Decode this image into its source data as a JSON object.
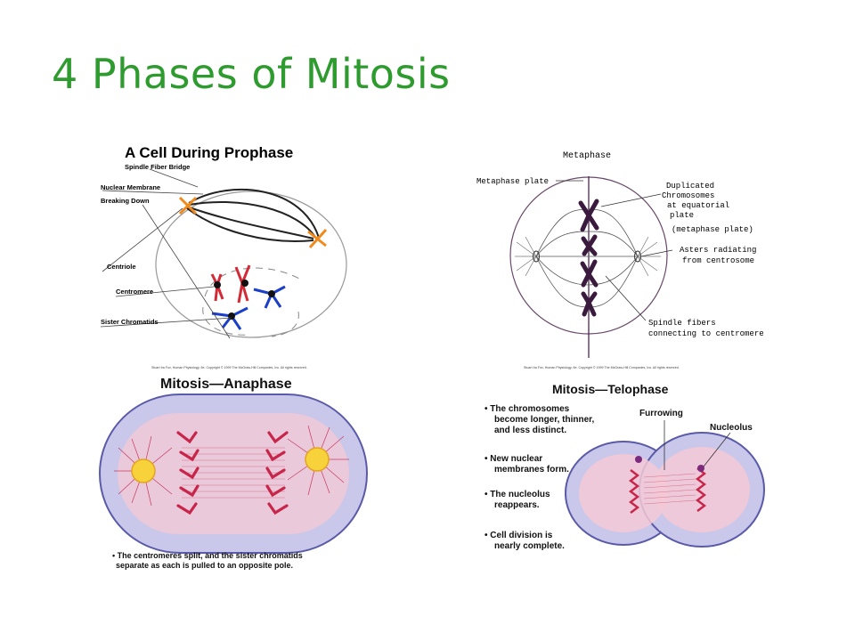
{
  "slide": {
    "title": "4 Phases of Mitosis"
  },
  "prophase": {
    "title": "A Cell During Prophase",
    "labels": {
      "spindle_fiber_bridge": "Spindle Fiber Bridge",
      "nuclear_membrane": "Nuclear Membrane",
      "breaking_down": "Breaking Down",
      "centriole": "Centriole",
      "centromere": "Centromere",
      "sister_chromatids": "Sister Chromatids"
    }
  },
  "metaphase": {
    "title": "Metaphase",
    "labels": {
      "metaphase_plate": "Metaphase plate",
      "duplicated_1": "Duplicated",
      "duplicated_2": "Chromosomes",
      "duplicated_3": "at equatorial",
      "duplicated_4": "plate",
      "duplicated_5": "(metaphase plate)",
      "asters_1": "Asters radiating",
      "asters_2": "from centrosome",
      "spindle_1": "Spindle fibers",
      "spindle_2": "connecting to centromere"
    }
  },
  "anaphase": {
    "copyright": "Stuart Ira Fox, Human Physiology, 6e. Copyright © 1999 The McGraw-Hill Companies, Inc. All rights reserved.",
    "title": "Mitosis—Anaphase",
    "caption_1": "• The centromeres split, and the sister chromatids",
    "caption_2": "separate as each is pulled to an opposite pole."
  },
  "telophase": {
    "copyright": "Stuart Ira Fox, Human Physiology, 6e. Copyright © 1999 The McGraw-Hill Companies, Inc. All rights reserved.",
    "title": "Mitosis—Telophase",
    "furrowing": "Furrowing",
    "nucleolus": "Nucleolus",
    "bullets": [
      {
        "l1": "• The chromosomes",
        "l2": "become longer, thinner,",
        "l3": "and less distinct."
      },
      {
        "l1": "• New nuclear",
        "l2": "membranes form."
      },
      {
        "l1": "• The nucleolus",
        "l2": "reappears."
      },
      {
        "l1": "• Cell division is",
        "l2": "nearly complete."
      }
    ]
  },
  "colors": {
    "title_green": "#2e9b2e",
    "cell_fill": "#c9c7ea",
    "cell_pink": "#f3c9d6",
    "chromosome_red": "#c8254a",
    "chromosome_purple": "#3a1b3e",
    "centriole_orange": "#f08a1c",
    "chromosome_blue": "#1b3fc8"
  }
}
